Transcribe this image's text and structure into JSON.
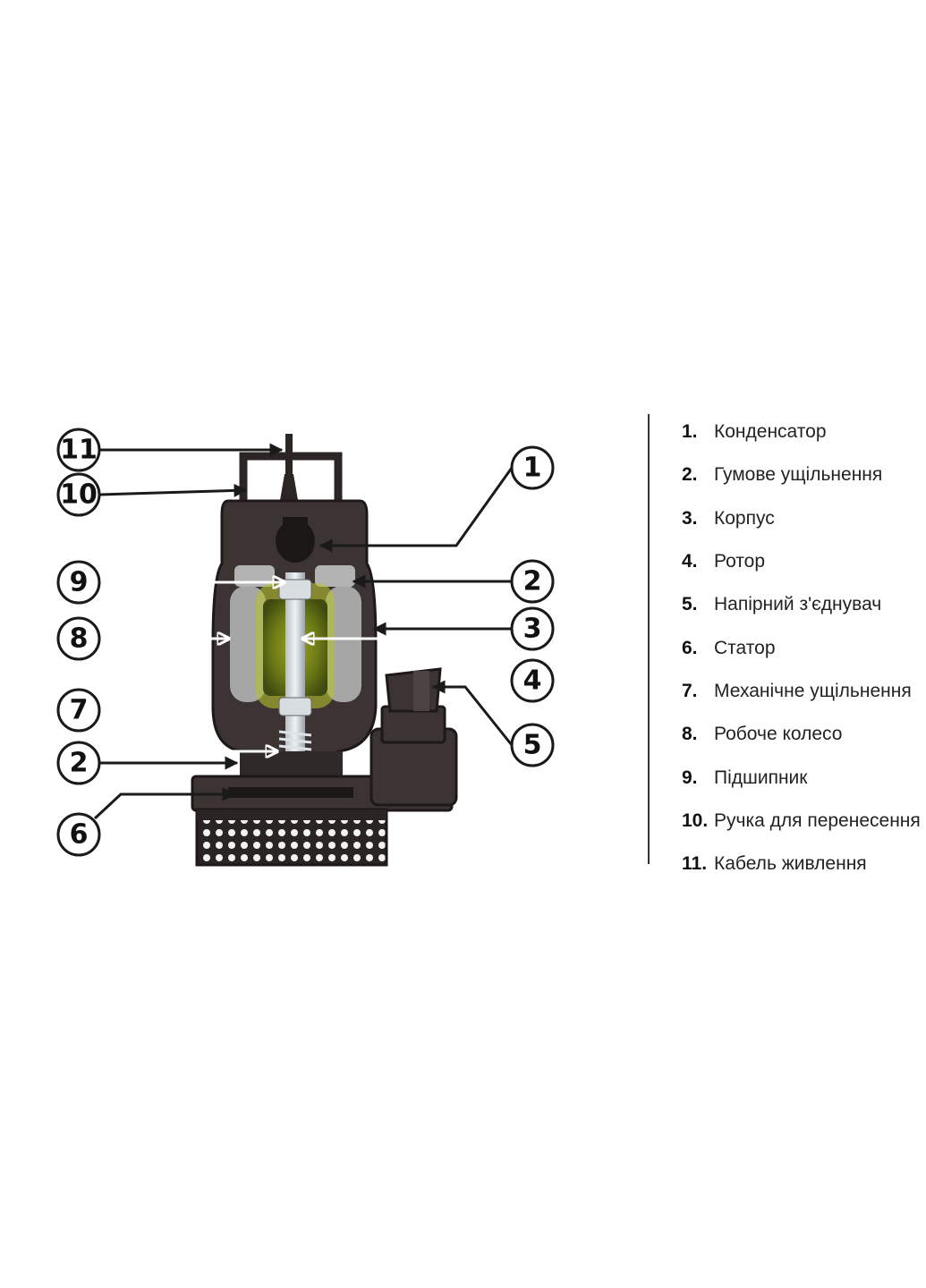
{
  "callouts": [
    {
      "number": "11"
    },
    {
      "number": "10"
    },
    {
      "number": "1"
    },
    {
      "number": "9"
    },
    {
      "number": "2"
    },
    {
      "number": "8"
    },
    {
      "number": "3"
    },
    {
      "number": "4"
    },
    {
      "number": "7"
    },
    {
      "number": "5"
    },
    {
      "number": "2"
    },
    {
      "number": "6"
    }
  ],
  "legend": [
    {
      "number": "1.",
      "label": "Конденсатор"
    },
    {
      "number": "2.",
      "label": "Гумове ущільнення"
    },
    {
      "number": "3.",
      "label": "Корпус"
    },
    {
      "number": "4.",
      "label": "Ротор"
    },
    {
      "number": "5.",
      "label": "Напірний з'єднувач"
    },
    {
      "number": "6.",
      "label": "Статор"
    },
    {
      "number": "7.",
      "label": "Механічне ущільнення"
    },
    {
      "number": "8.",
      "label": "Робоче колесо"
    },
    {
      "number": "9.",
      "label": "Підшипник"
    },
    {
      "number": "10.",
      "label": "Ручка для перенесення"
    },
    {
      "number": "11.",
      "label": "Кабель живлення"
    }
  ],
  "colors": {
    "housing": "#3b3433",
    "housing_dark": "#241e1d",
    "stator": "#a6a6a6",
    "rotor": "#7a8a1e",
    "rotor_glow": "#b7c22c",
    "callout_stroke": "#1a1a1a"
  }
}
